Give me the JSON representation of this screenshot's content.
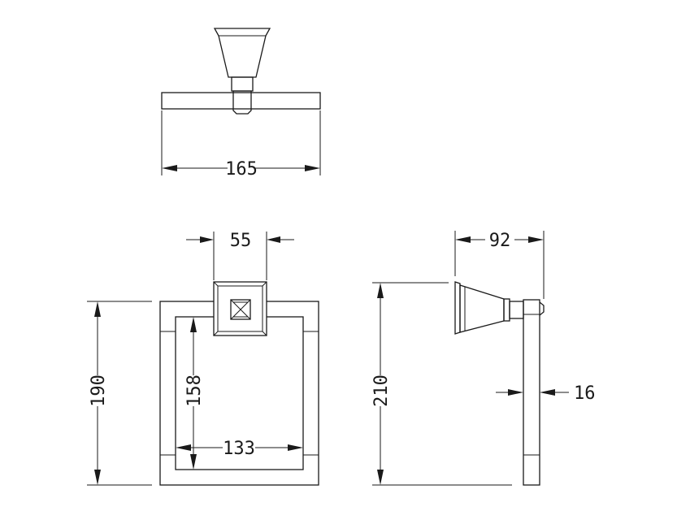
{
  "dimensions": {
    "top_width": "165",
    "mount_width": "55",
    "ring_height": "190",
    "inner_height": "158",
    "inner_width": "133",
    "side_depth": "92",
    "side_height": "210",
    "ring_thickness": "16"
  }
}
